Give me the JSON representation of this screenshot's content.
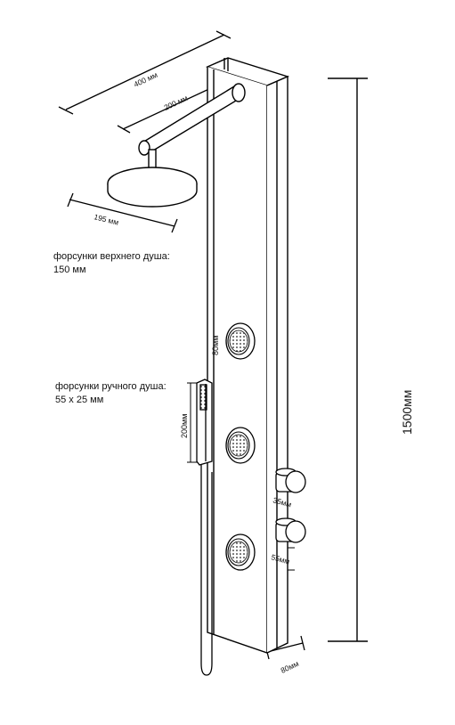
{
  "dimensions": {
    "overall_width": "400 мм",
    "arm_length": "200 мм",
    "head_diameter": "195 мм",
    "height": "1500мм",
    "jet_size": "80мм",
    "hand_shower_length": "200мм",
    "valve_gap_1": "35мм",
    "valve_gap_2": "55мм",
    "panel_depth": "80мм"
  },
  "notes": {
    "top_nozzles_line1": "форсунки верхнего душа:",
    "top_nozzles_line2": "150 мм",
    "hand_nozzles_line1": "форсунки ручного душа:",
    "hand_nozzles_line2": "55 x 25 мм"
  }
}
